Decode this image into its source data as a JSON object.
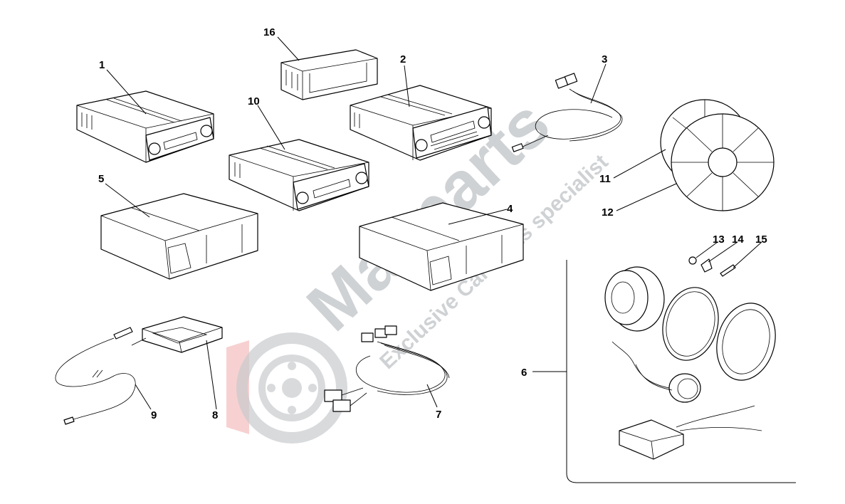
{
  "watermark": {
    "brand": "Masparts",
    "tagline": "Exclusive Car Parts specialist",
    "color": "#bfc3c6",
    "accent": "#f5c6c6"
  },
  "callouts": [
    {
      "id": "1",
      "label": "1"
    },
    {
      "id": "2",
      "label": "2"
    },
    {
      "id": "3",
      "label": "3"
    },
    {
      "id": "4",
      "label": "4"
    },
    {
      "id": "5",
      "label": "5"
    },
    {
      "id": "6",
      "label": "6"
    },
    {
      "id": "7",
      "label": "7"
    },
    {
      "id": "8",
      "label": "8"
    },
    {
      "id": "9",
      "label": "9"
    },
    {
      "id": "10",
      "label": "10"
    },
    {
      "id": "11",
      "label": "11"
    },
    {
      "id": "12",
      "label": "12"
    },
    {
      "id": "13",
      "label": "13"
    },
    {
      "id": "14",
      "label": "14"
    },
    {
      "id": "15",
      "label": "15"
    },
    {
      "id": "16",
      "label": "16"
    }
  ]
}
